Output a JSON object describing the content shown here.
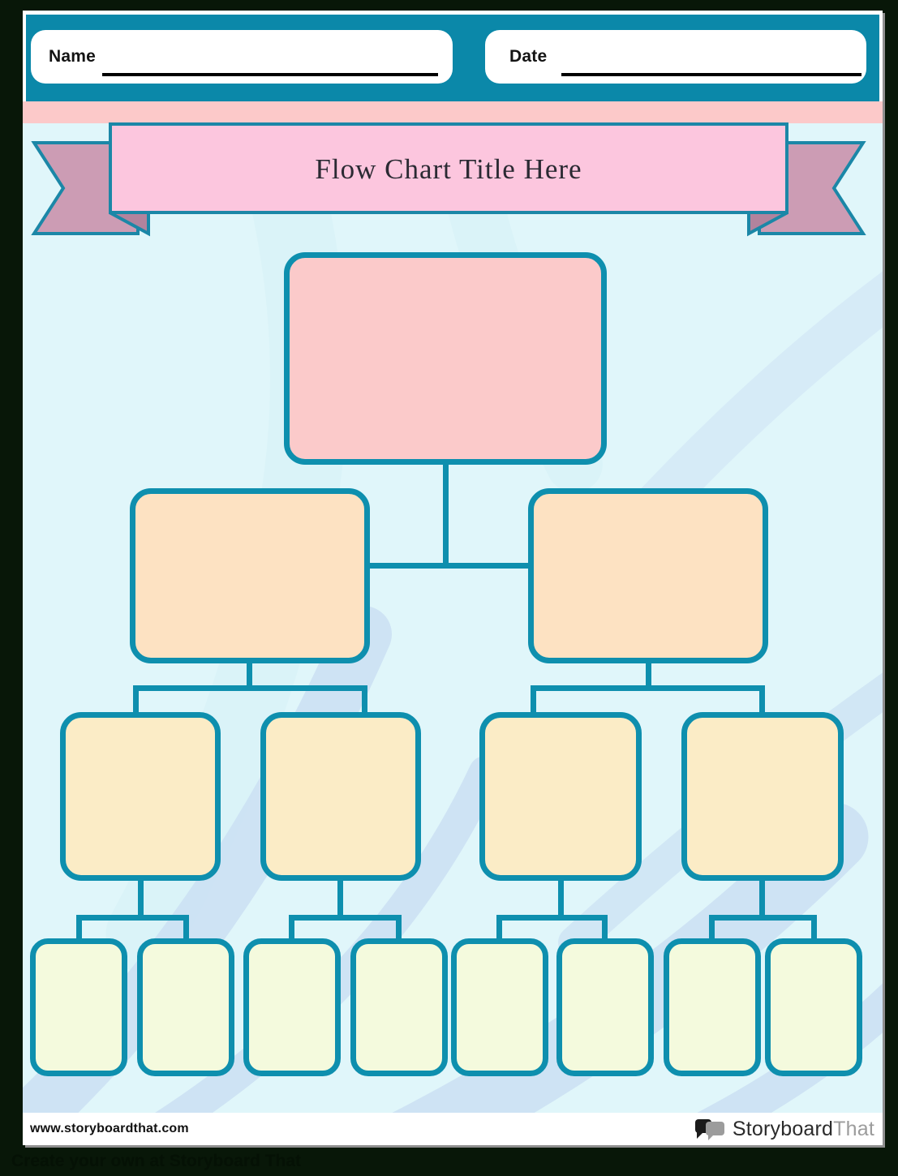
{
  "page": {
    "header": {
      "name_label": "Name",
      "date_label": "Date"
    },
    "banner": {
      "title": "Flow Chart Title Here"
    },
    "diagram": {
      "type": "flowchart-template",
      "description": "Blank flow chart tree joined by teal connector lines: 1 root box, 2 second-level boxes, 4 third-level boxes, 8 fourth-level boxes",
      "levels": [
        {
          "level": 1,
          "box_count": 1,
          "fill": "#fbcaca"
        },
        {
          "level": 2,
          "box_count": 2,
          "fill": "#fde2c2"
        },
        {
          "level": 3,
          "box_count": 4,
          "fill": "#fbecc6"
        },
        {
          "level": 4,
          "box_count": 8,
          "fill": "#f4fadd"
        }
      ],
      "connector_color": "#0e8fae"
    },
    "footer": {
      "website": "www.storyboardthat.com",
      "logo": {
        "icon": "speech-bubbles-icon",
        "black": "Storyboard",
        "gray": "That"
      }
    },
    "tagline": "Create your own at Storyboard That"
  },
  "colors": {
    "outer_background": "#081708",
    "header_teal": "#0b88a9",
    "pink_strip": "#fcc9c9",
    "content_background": "#e0f6fa",
    "stripe_blue": "#c9def3",
    "banner_pink": "#fcc6de",
    "ribbon_mauve": "#cc9cb4",
    "ribbon_fold": "#b2839d",
    "box_border_teal": "#0e8fae",
    "title_text": "#2b2a33"
  }
}
